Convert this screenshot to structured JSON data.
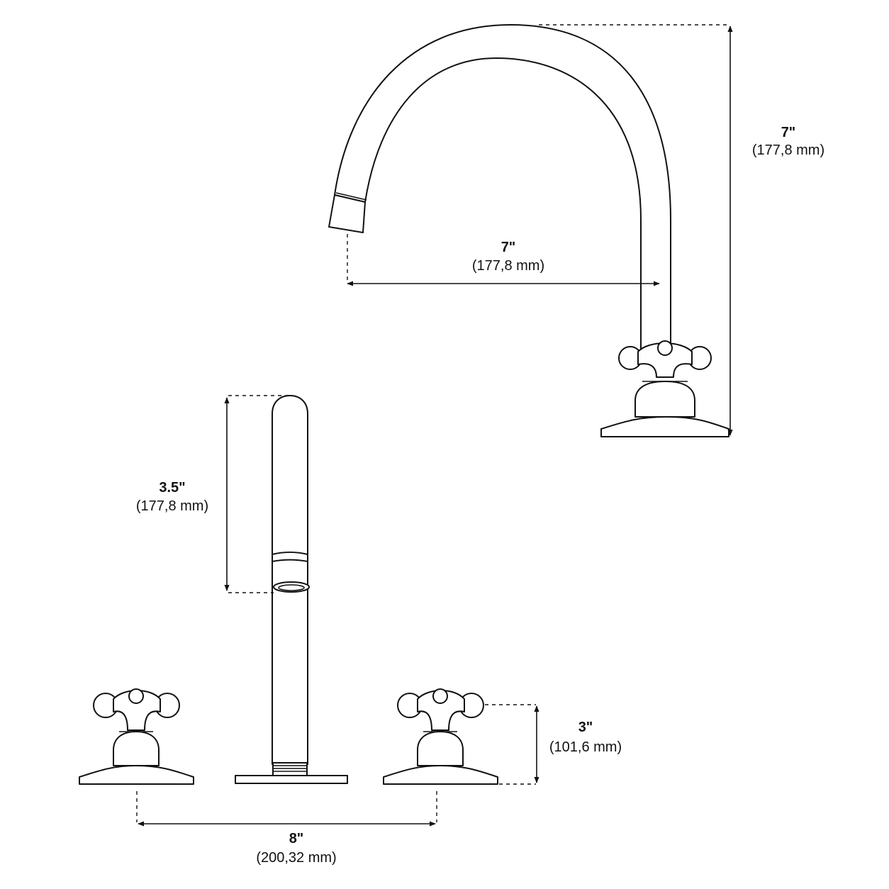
{
  "dimensions": {
    "spout_height": {
      "inches": "7\"",
      "mm": "(177,8 mm)"
    },
    "spout_reach": {
      "inches": "7\"",
      "mm": "(177,8 mm)"
    },
    "sprayer_height": {
      "inches": "3.5\"",
      "mm": "(177,8 mm)"
    },
    "handle_height": {
      "inches": "3\"",
      "mm": "(101,6 mm)"
    },
    "handle_spacing": {
      "inches": "8\"",
      "mm": "(200,32 mm)"
    }
  }
}
